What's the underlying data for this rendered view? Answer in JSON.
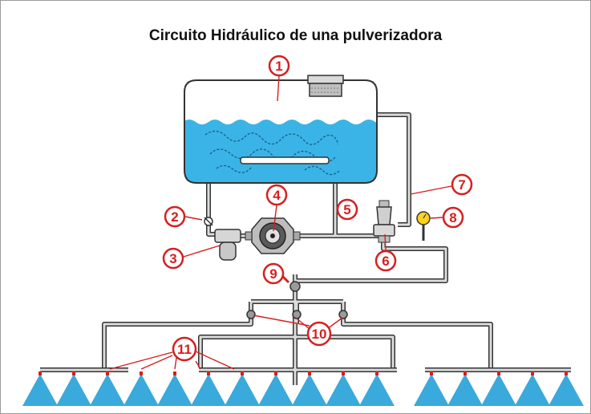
{
  "title": "Circuito Hidráulico de una pulverizadora",
  "colors": {
    "callout": "#d42020",
    "water": "#3ab4e6",
    "spray": "#3aa9dc",
    "pipe": "#d8d8d8",
    "outline": "#333333"
  },
  "callouts": [
    {
      "id": "tank",
      "label": "1"
    },
    {
      "id": "shutoff-valve",
      "label": "2"
    },
    {
      "id": "suction-filter",
      "label": "3"
    },
    {
      "id": "pump",
      "label": "4"
    },
    {
      "id": "return-pipe",
      "label": "5"
    },
    {
      "id": "pressure-regulator",
      "label": "6"
    },
    {
      "id": "bypass-pipe",
      "label": "7"
    },
    {
      "id": "pressure-gauge",
      "label": "8"
    },
    {
      "id": "main-valve",
      "label": "9"
    },
    {
      "id": "section-valves",
      "label": "10"
    },
    {
      "id": "nozzles",
      "label": "11"
    }
  ],
  "icons": [
    "tank-icon",
    "pump-icon",
    "filter-icon",
    "valve-icon",
    "regulator-icon",
    "gauge-icon",
    "nozzle-icon"
  ]
}
